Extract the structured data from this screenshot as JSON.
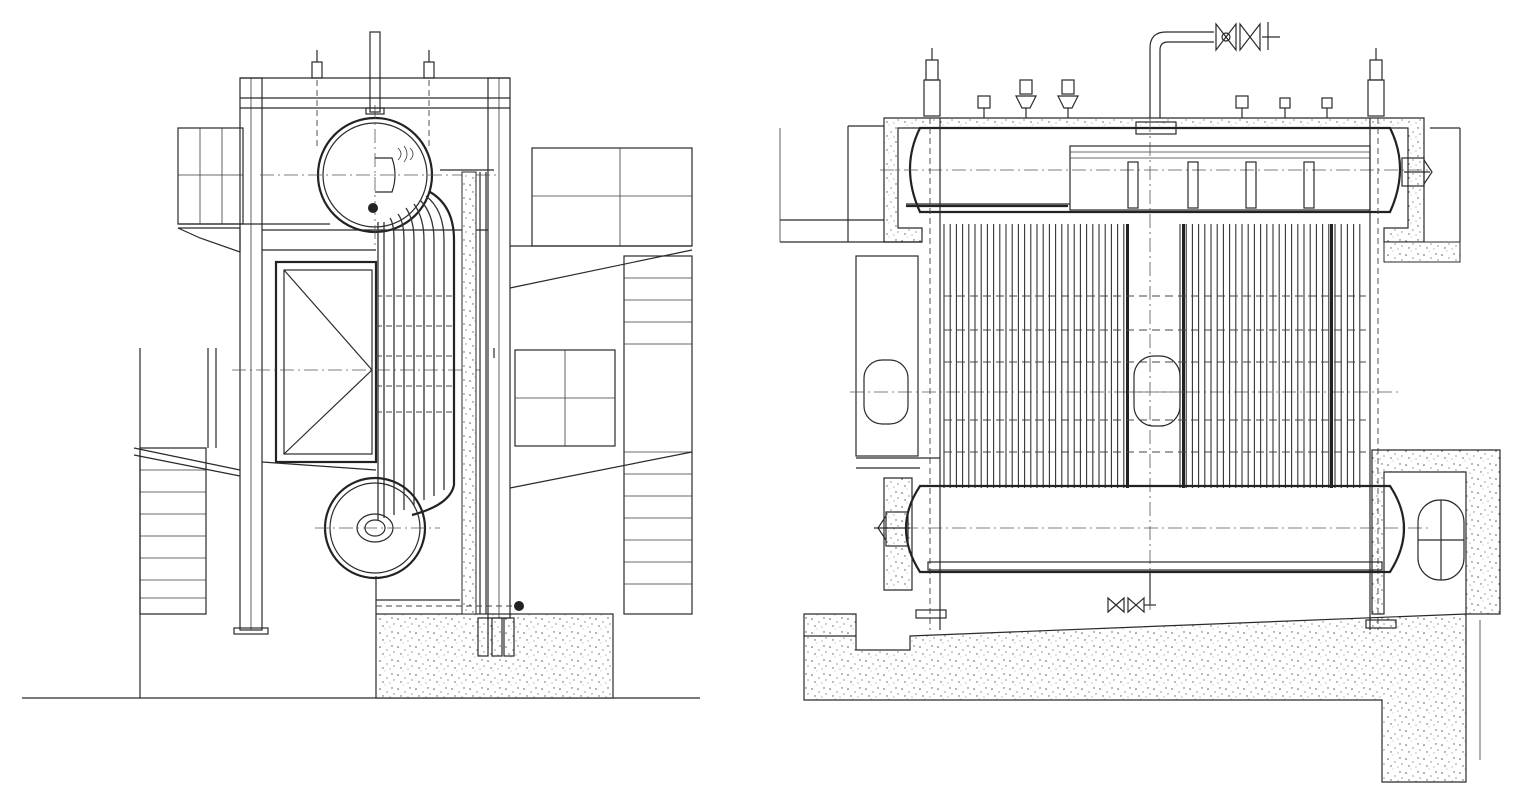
{
  "drawing": {
    "views": [
      {
        "view": "side-elevation",
        "components": [
          "upper-drum",
          "lower-drum",
          "convection-tube-bank",
          "furnace",
          "steel-frame",
          "foundation",
          "side-casings"
        ]
      },
      {
        "view": "front-elevation",
        "components": [
          "upper-drum",
          "lower-drum",
          "water-wall-tubes",
          "steam-outlet-valve",
          "safety-valves",
          "manholes",
          "refractory-lining",
          "foundation"
        ]
      }
    ],
    "colors": {
      "line": "#2a2a2a",
      "background": "#ffffff",
      "concrete_dots": "#555555"
    }
  }
}
